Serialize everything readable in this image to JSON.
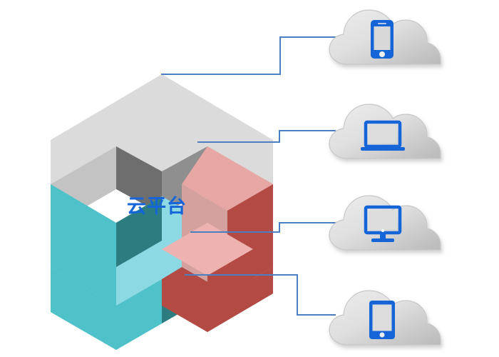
{
  "diagram": {
    "title": "云平台",
    "center_label": "云平台",
    "center_label_color": "#1565d8",
    "background": "#ffffff",
    "hexagon": {
      "name": "isometric-hexagon-ring",
      "segments": [
        {
          "id": "gray",
          "name": "gray-segment",
          "top_color": "#dcdcdc",
          "inner_color": "#6e6e6e",
          "side_color": "#b4b4b4"
        },
        {
          "id": "red",
          "name": "red-segment",
          "top_color": "#e8a6a3",
          "inner_color": "#d2a09d",
          "side_color": "#b34943"
        },
        {
          "id": "teal",
          "name": "teal-segment",
          "top_color": "#7fd3de",
          "inner_color": "#2d7d80",
          "side_color": "#4fbfc6"
        }
      ]
    },
    "connector_color": "#4a7fc1",
    "connectors": [
      {
        "name": "connector-to-smartphone",
        "from_node": "hexagon",
        "to_node": "cloud-smartphone"
      },
      {
        "name": "connector-to-laptop",
        "from_node": "hexagon",
        "to_node": "cloud-laptop"
      },
      {
        "name": "connector-to-desktop",
        "from_node": "hexagon",
        "to_node": "cloud-desktop"
      },
      {
        "name": "connector-to-tablet",
        "from_node": "hexagon",
        "to_node": "cloud-tablet"
      }
    ],
    "clouds": [
      {
        "id": "cloud1",
        "name": "cloud-smartphone",
        "icon": "smartphone-icon",
        "icon_color": "#1565d8",
        "cloud_color": "#d9d9d9"
      },
      {
        "id": "cloud2",
        "name": "cloud-laptop",
        "icon": "laptop-icon",
        "icon_color": "#1565d8",
        "cloud_color": "#d9d9d9"
      },
      {
        "id": "cloud3",
        "name": "cloud-desktop",
        "icon": "desktop-monitor-icon",
        "icon_color": "#1565d8",
        "cloud_color": "#d9d9d9"
      },
      {
        "id": "cloud4",
        "name": "cloud-tablet",
        "icon": "tablet-icon",
        "icon_color": "#1565d8",
        "cloud_color": "#d9d9d9"
      }
    ]
  }
}
